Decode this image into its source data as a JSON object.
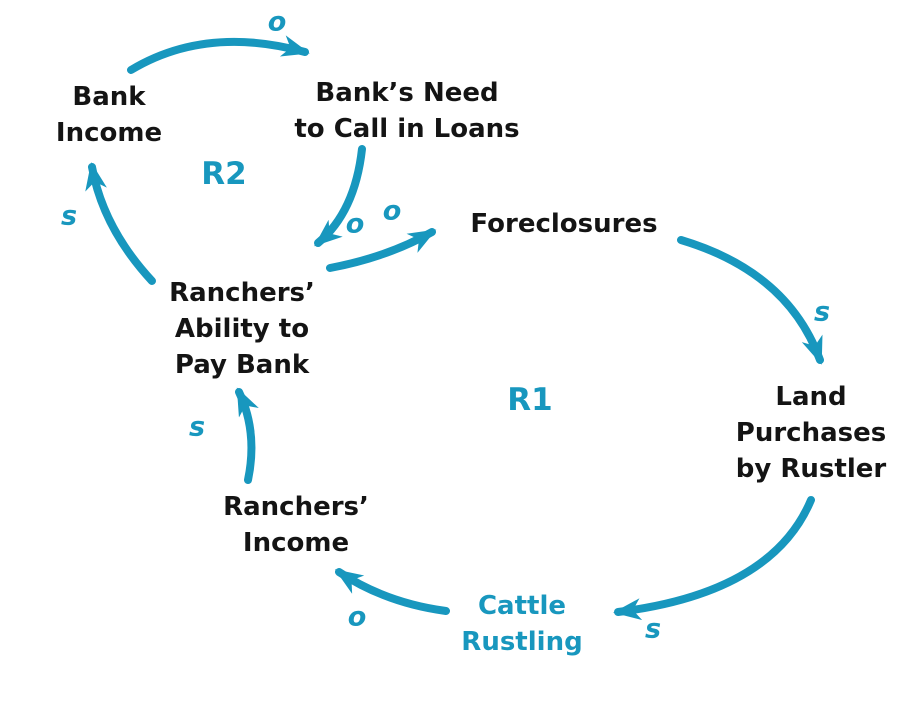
{
  "diagram": {
    "type": "causal-loop-diagram",
    "colors": {
      "accent": "#1897be",
      "text": "#141414",
      "background": "#ffffff"
    },
    "nodes": [
      {
        "id": "bank-income",
        "label": "Bank\nIncome"
      },
      {
        "id": "banks-need-to-call-in-loans",
        "label": "Bank’s Need\nto Call in Loans"
      },
      {
        "id": "foreclosures",
        "label": "Foreclosures"
      },
      {
        "id": "land-purchases-by-rustler",
        "label": "Land\nPurchases\nby Rustler"
      },
      {
        "id": "cattle-rustling",
        "label": "Cattle\nRustling"
      },
      {
        "id": "ranchers-income",
        "label": "Ranchers’\nIncome"
      },
      {
        "id": "ranchers-ability-to-pay-bank",
        "label": "Ranchers’\nAbility to\nPay Bank"
      }
    ],
    "loops": [
      {
        "id": "R1",
        "label": "R1"
      },
      {
        "id": "R2",
        "label": "R2"
      }
    ],
    "edges": [
      {
        "from": "Bank Income",
        "to": "Bank’s Need to Call in Loans",
        "polarity": "o"
      },
      {
        "from": "Bank’s Need to Call in Loans",
        "to": "Ranchers’ Ability to Pay Bank",
        "polarity": "o"
      },
      {
        "from": "Ranchers’ Ability to Pay Bank",
        "to": "Foreclosures",
        "polarity": "o"
      },
      {
        "from": "Foreclosures",
        "to": "Land Purchases by Rustler",
        "polarity": "s"
      },
      {
        "from": "Land Purchases by Rustler",
        "to": "Cattle Rustling",
        "polarity": "s"
      },
      {
        "from": "Cattle Rustling",
        "to": "Ranchers’ Income",
        "polarity": "o"
      },
      {
        "from": "Ranchers’ Income",
        "to": "Ranchers’ Ability to Pay Bank",
        "polarity": "s"
      },
      {
        "from": "Ranchers’ Ability to Pay Bank",
        "to": "Bank Income",
        "polarity": "s"
      }
    ]
  }
}
